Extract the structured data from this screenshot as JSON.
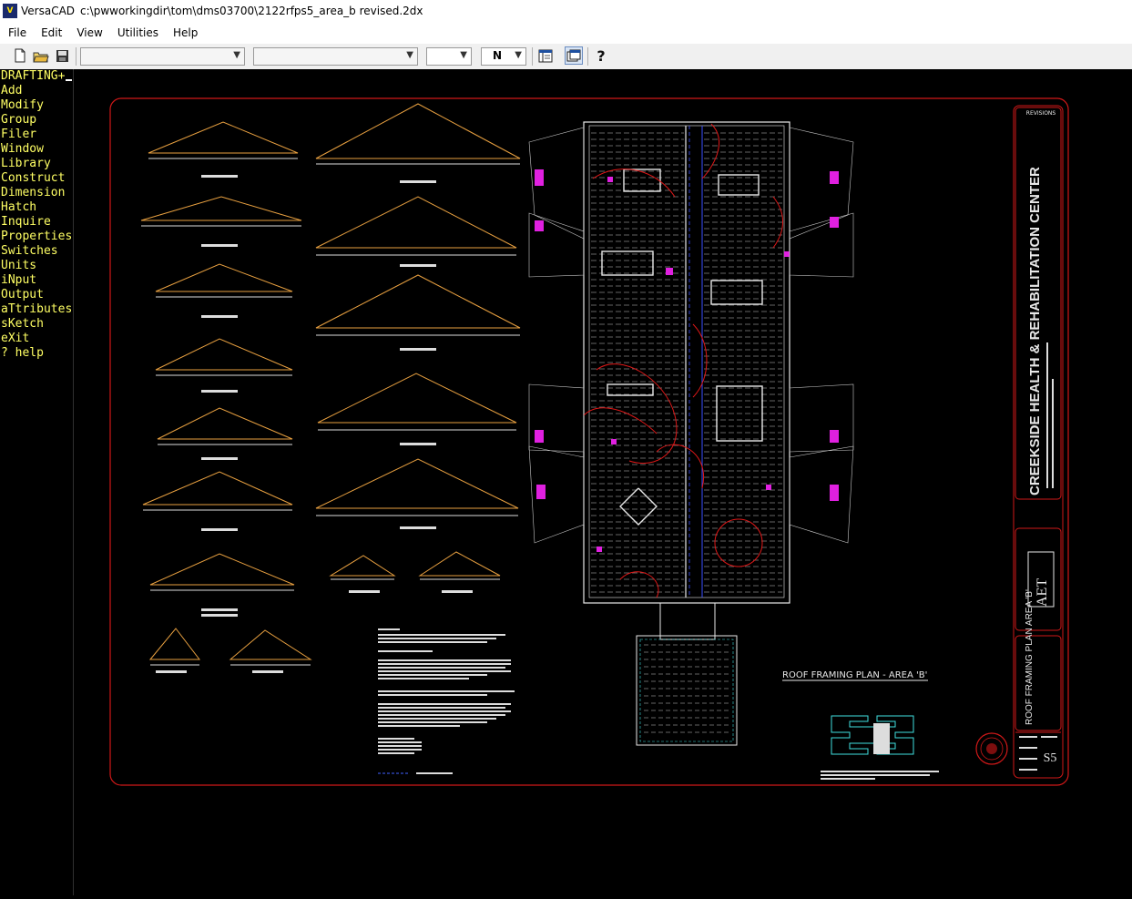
{
  "window": {
    "app_name": "VersaCAD",
    "icon_text": "V",
    "file_path": "c:\\pwworkingdir\\tom\\dms03700\\2122rfps5_area_b revised.2dx"
  },
  "menu": [
    "File",
    "Edit",
    "View",
    "Utilities",
    "Help"
  ],
  "toolbar": {
    "combo1_value": "",
    "combo2_value": "",
    "combo3_value": "",
    "snap_value": "N",
    "help_glyph": "?"
  },
  "side_menu": [
    "DRAFTING+",
    "Add",
    "Modify",
    "Group",
    "Filer",
    "Window",
    "Library",
    "Construct",
    "Dimension",
    "Hatch",
    "Inquire",
    "Properties",
    "Switches",
    "Units",
    "iNput",
    "Output",
    "aTtributes",
    "sKetch",
    "eXit",
    "? help"
  ],
  "drawing": {
    "project_name": "CREEKSIDE HEALTH & REHABILITATION CENTER",
    "sheet_title": "ROOF FRAMING PLAN AREA 'B'",
    "plan_label": "ROOF FRAMING PLAN - AREA 'B'",
    "revisions_label": "REVISIONS",
    "firm_logo": "AET",
    "sheet_number": "S5"
  },
  "colors": {
    "sidemenu_text": "#ffff64",
    "border_red": "#d01818",
    "truss_orange": "#e8a040",
    "plan_white": "#e8e8e8",
    "cyan": "#40e0e0",
    "magenta": "#e020e0"
  }
}
